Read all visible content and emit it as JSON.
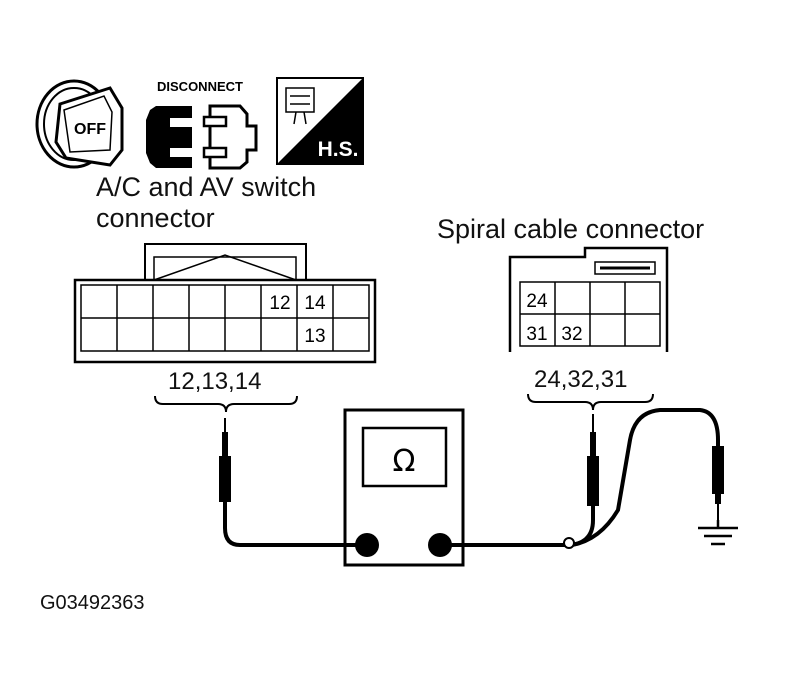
{
  "icons": {
    "ignition": {
      "name": "ignition-off-icon",
      "text": "OFF"
    },
    "disconnect": {
      "name": "disconnect-icon",
      "text": "DISCONNECT"
    },
    "harness": {
      "name": "harness-side-icon",
      "text": "H.S."
    }
  },
  "left_connector": {
    "title_line1": "A/C and AV switch",
    "title_line2": "connector",
    "pin_12": "12",
    "pin_14": "14",
    "pin_13": "13",
    "bracket_label": "12,13,14"
  },
  "right_connector": {
    "title": "Spiral cable connector",
    "pin_24": "24",
    "pin_31": "31",
    "pin_32": "32",
    "bracket_label": "24,32,31"
  },
  "meter": {
    "symbol": "Ω"
  },
  "figure_code": "G03492363"
}
